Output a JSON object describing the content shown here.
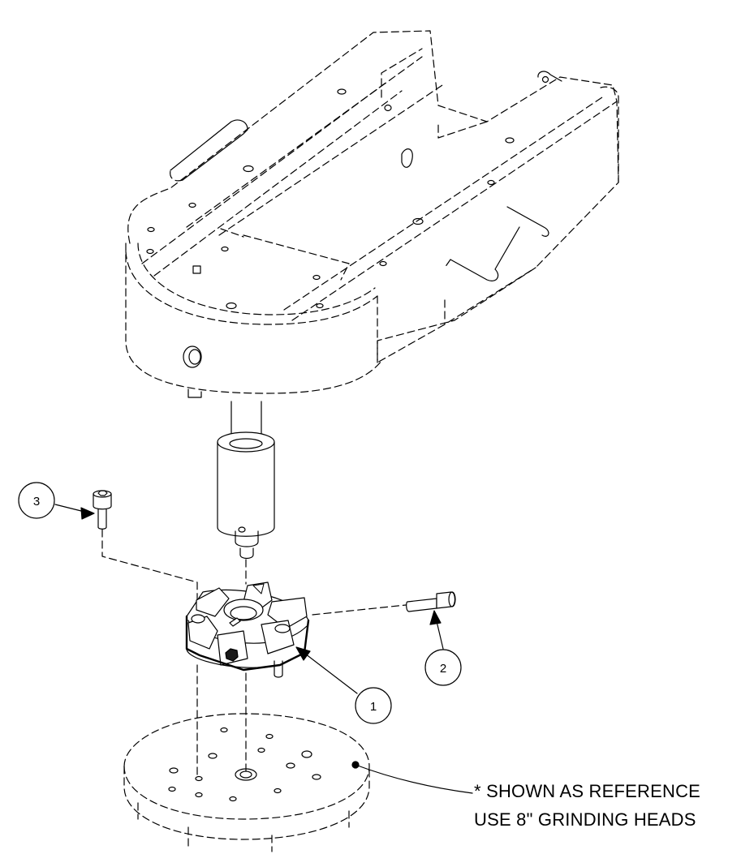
{
  "callouts": [
    {
      "label": "1"
    },
    {
      "label": "2"
    },
    {
      "label": "3"
    }
  ],
  "note": {
    "line1": "* SHOWN AS REFERENCE",
    "line2": "USE 8\" GRINDING HEADS"
  },
  "colors": {
    "line": "#000000",
    "background": "#ffffff",
    "part_fill": "#ffffff",
    "shade": "#1a1a1a"
  }
}
